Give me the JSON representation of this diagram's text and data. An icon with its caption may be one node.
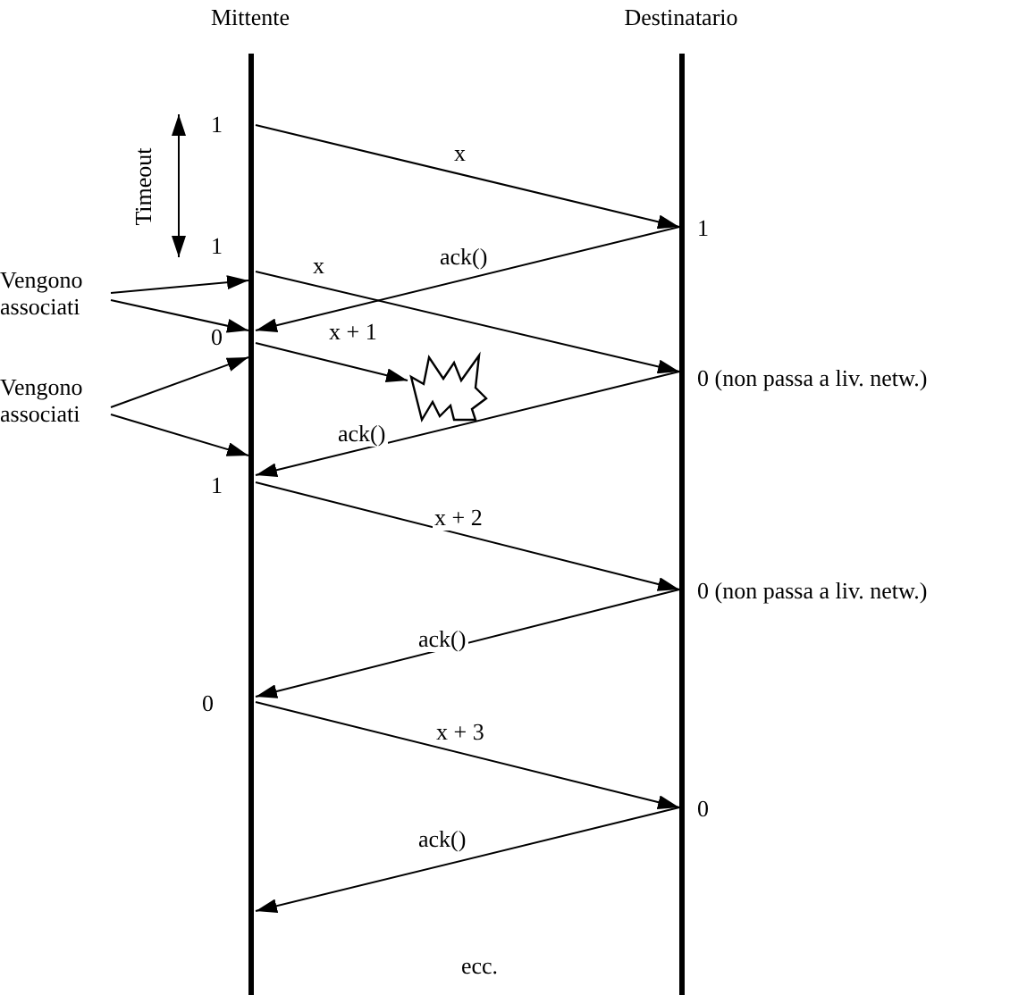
{
  "diagram": {
    "nodes": [
      {
        "text": [
          "Mittente"
        ]
      },
      {
        "text": [
          "Destinatario"
        ]
      },
      {
        "text": [
          "Vengono associati"
        ]
      },
      {
        "text": [
          "Vengono associati"
        ]
      },
      {
        "text": [],
        "shape": "cloud"
      }
    ],
    "edges": [
      {
        "from": 0,
        "to": 1,
        "arrow": "to",
        "label": "x"
      },
      {
        "from": 1,
        "to": 0,
        "arrow": "to",
        "label": "ack()"
      },
      {
        "from": 0,
        "to": 1,
        "arrow": "to",
        "label": "x"
      },
      {
        "from": 1,
        "to": 0,
        "arrow": "to",
        "label": "ack()"
      },
      {
        "from": 0,
        "to": 4,
        "arrow": "to",
        "label": "x + 1"
      },
      {
        "from": 0,
        "to": 1,
        "arrow": "to",
        "label": "x + 2"
      },
      {
        "from": 1,
        "to": 0,
        "arrow": "to",
        "label": "ack()"
      },
      {
        "from": 0,
        "to": 1,
        "arrow": "to",
        "label": "x + 3"
      },
      {
        "from": 1,
        "to": 0,
        "arrow": "to",
        "label": "ack()"
      },
      {
        "from": 2,
        "to": 0,
        "arrow": "to"
      },
      {
        "from": 2,
        "to": 0,
        "arrow": "to"
      },
      {
        "from": 3,
        "to": 0,
        "arrow": "to"
      },
      {
        "from": 3,
        "to": 0,
        "arrow": "to"
      }
    ],
    "labels": [
      "1",
      "Timeout",
      "1",
      "1",
      "0",
      "0 (non passa a liv. netw.)",
      "1",
      "0 (non passa a liv. netw.)",
      "0",
      "0",
      "ecc."
    ]
  }
}
